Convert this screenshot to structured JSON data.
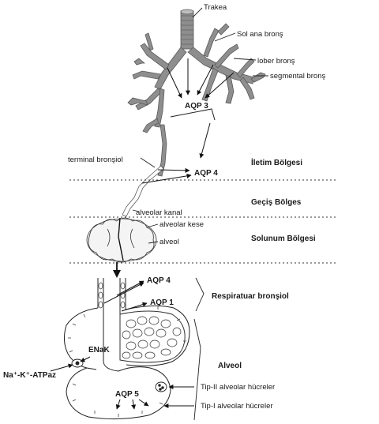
{
  "labels": {
    "trakea": "Trakea",
    "sol_ana_bronş": "Sol ana bronş",
    "lober_bronş": "lober bronş",
    "segmental_bronş": "segmental bronş",
    "aqp3": "AQP 3",
    "terminal_bronşiol": "terminal bronşiol",
    "aqp4_top": "AQP 4",
    "alveolar_kanal": "alveolar kanal",
    "alveolar_kese": "alveolar kese",
    "alveol_small": "alveol",
    "aqp4_bottom": "AQP 4",
    "aqp1": "AQP 1",
    "enak": "ENaK",
    "na_k_atpaz": "Na⁺-K⁺-ATPaz",
    "aqp5": "AQP 5"
  },
  "zones": {
    "iletim": "İletim Bölgesi",
    "gecis": "Geçiş Bölges",
    "solunum": "Solunum Bölgesi",
    "respiratuar": "Respiratuar bronşiol",
    "alveol": "Alveol",
    "tip2": "Tip-II alveolar hücreler",
    "tip1": "Tip-I alveolar hücreler"
  },
  "colors": {
    "airway": "#8e8e8e",
    "airway_dark": "#5a5a5a",
    "line": "#222222"
  }
}
